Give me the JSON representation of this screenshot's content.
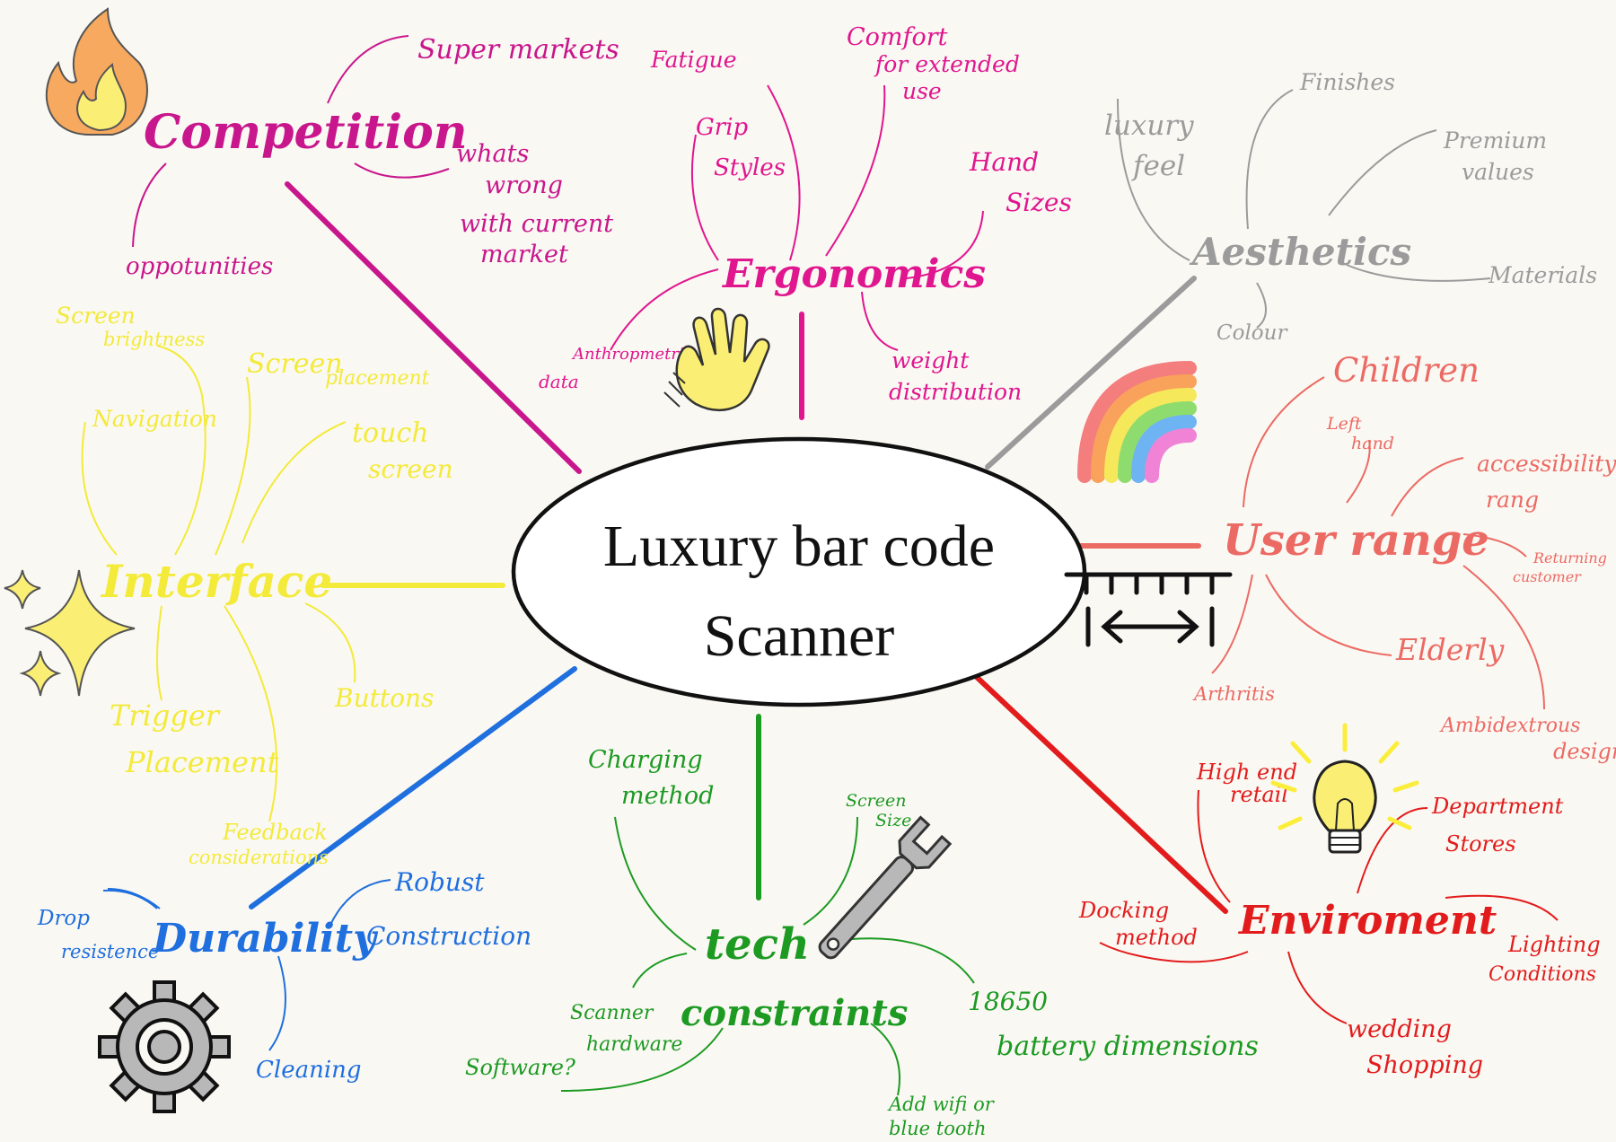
{
  "diagram": {
    "center": {
      "line1": "Luxury bar code",
      "line2": "Scanner"
    },
    "colors": {
      "competition": "#c8168c",
      "ergonomics": "#e0168f",
      "aesthetics": "#9b9b9b",
      "user": "#ec6a64",
      "interface": "#f3ea3a",
      "durability": "#1f6fde",
      "tech": "#1c9a22",
      "environment": "#e21c1c"
    },
    "branches": {
      "competition": {
        "title": "Competition",
        "items": [
          "Super markets",
          "whats",
          "wrong",
          "with current",
          "market",
          "oppotunities"
        ]
      },
      "ergonomics": {
        "title": "Ergonomics",
        "items": [
          "Fatigue",
          "Comfort",
          "for extended",
          "use",
          "Grip",
          "Styles",
          "Hand",
          "Sizes",
          "Anthropmetric",
          "data",
          "weight",
          "distribution"
        ]
      },
      "aesthetics": {
        "title": "Aesthetics",
        "items": [
          "luxury",
          "feel",
          "Finishes",
          "Premium",
          "values",
          "Materials",
          "Colour"
        ]
      },
      "user_range": {
        "title": "User range",
        "items": [
          "Children",
          "Left",
          "hand",
          "accessibility",
          "rang",
          "Returning",
          "customer",
          "Elderly",
          "Arthritis",
          "Ambidextrous",
          "design"
        ]
      },
      "interface": {
        "title": "Interface",
        "items": [
          "Screen",
          "brightness",
          "Screen",
          "placement",
          "Navigation",
          "touch",
          "screen",
          "Buttons",
          "Trigger",
          "Placement",
          "Feedback",
          "considerations"
        ]
      },
      "durability": {
        "title": "Durability",
        "items": [
          "Drop",
          "resistence",
          "Robust",
          "Construction",
          "Cleaning"
        ]
      },
      "tech": {
        "title": "tech",
        "title2": "constraints",
        "items": [
          "Charging",
          "method",
          "Screen",
          "Size",
          "Scanner",
          "hardware",
          "Software?",
          "18650",
          "battery dimensions",
          "Add wifi or",
          "blue tooth"
        ]
      },
      "environment": {
        "title": "Enviroment",
        "items": [
          "High end",
          "retail",
          "Department",
          "Stores",
          "Docking",
          "method",
          "Lighting",
          "Conditions",
          "wedding",
          "Shopping"
        ]
      }
    }
  }
}
